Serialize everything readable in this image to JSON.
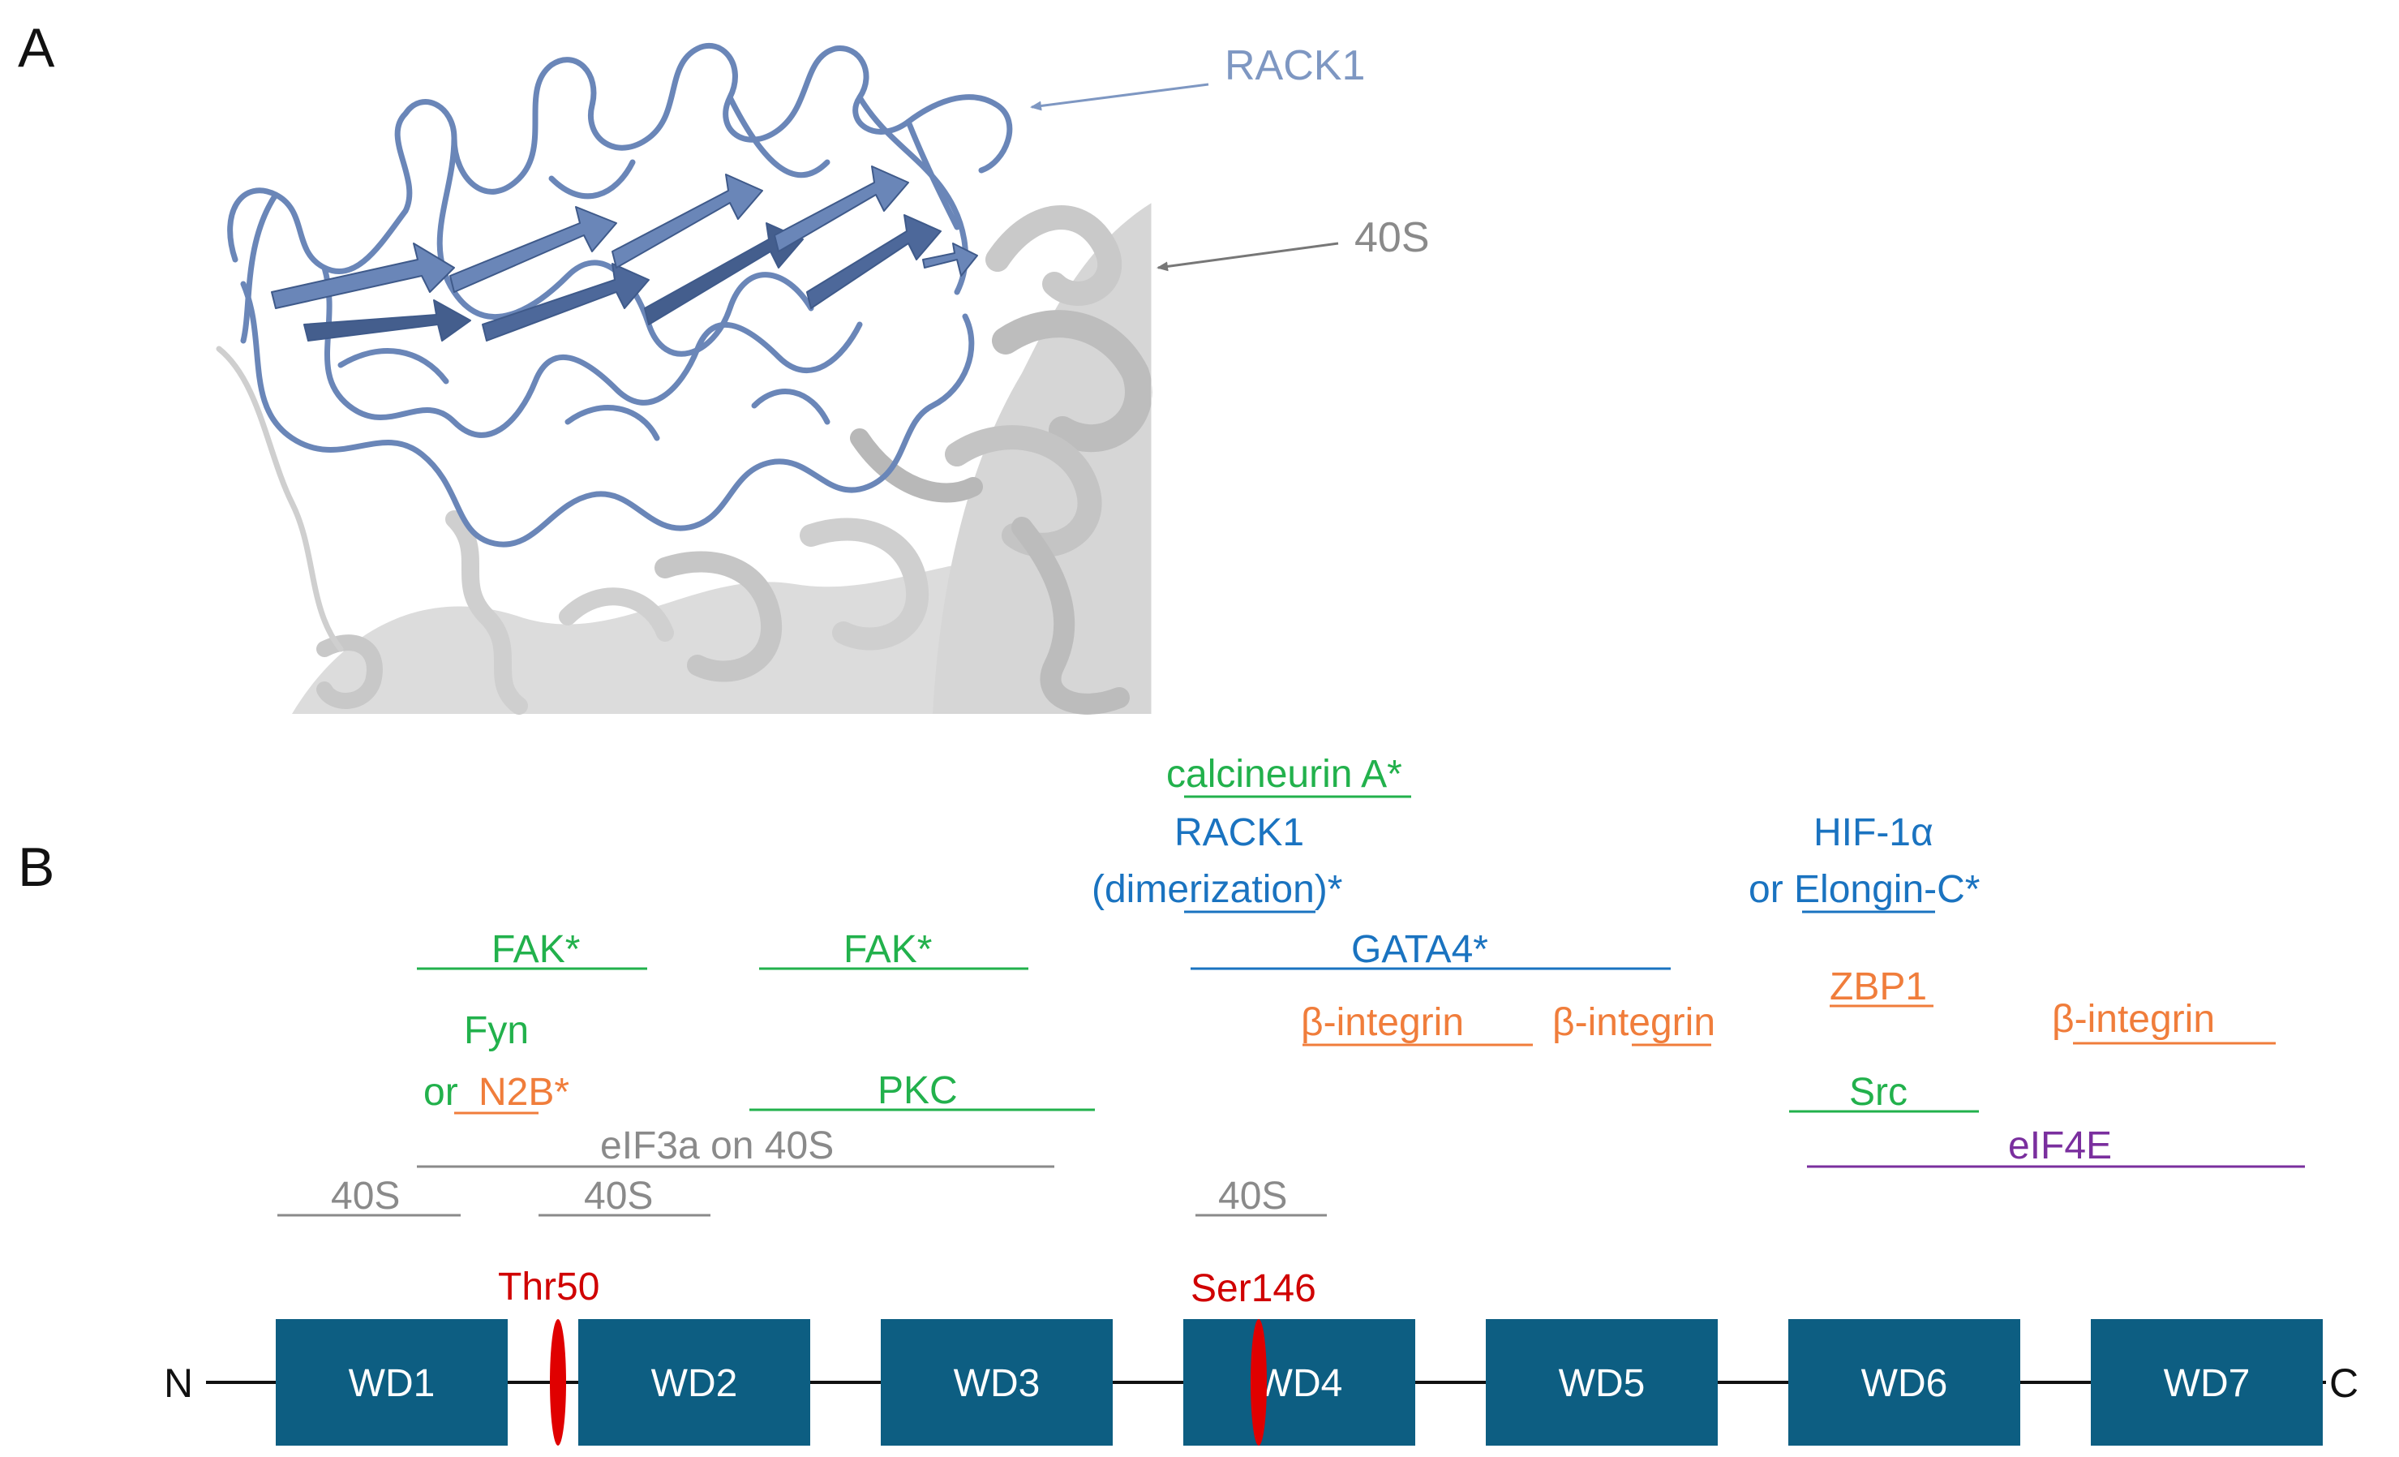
{
  "panels": {
    "a": "A",
    "b": "B"
  },
  "structure": {
    "rack1_label": "RACK1",
    "s40_label": "40S",
    "rack1_color": "#7e97c2",
    "s40_color": "#8a8a8a"
  },
  "colors": {
    "green": "#22b14c",
    "blue": "#1a73c0",
    "orange": "#f07d3b",
    "gray": "#8a8a8a",
    "purple": "#7a2f9e",
    "domain": "#0d5e82",
    "site": "#e00000"
  },
  "interactors": {
    "calcineurin": {
      "pre": "c",
      "ul": "alcineurin",
      "post": " A*"
    },
    "rack1": "RACK1",
    "dim": {
      "pre": "(dim",
      "ul": "erizati",
      "post": "on)*"
    },
    "hif": "HIF-1α",
    "elongin": {
      "pre": "or ",
      "ul": "Elongin",
      "post": "-C*"
    },
    "fak1": "FAK*",
    "fak2": "FAK*",
    "gata4": "GATA4*",
    "zbp1": "ZBP1",
    "bint1": "β-integrin",
    "bint2": {
      "pre": "β-in",
      "ul": "tegr",
      "post": "in"
    },
    "bint3": "β-integrin",
    "fyn": "Fyn",
    "or_word": "or",
    "n2b": "N2B*",
    "pkc": "PKC",
    "src": "Src",
    "eif3a": "eIF3a on 40S",
    "eif4e": "eIF4E",
    "s40a": "40S",
    "s40b": "40S",
    "s40c": "40S"
  },
  "domains": [
    "WD1",
    "WD2",
    "WD3",
    "WD4",
    "WD5",
    "WD6",
    "WD7"
  ],
  "termini": {
    "n": "N",
    "c": "C"
  },
  "sites": {
    "thr": "Thr50",
    "ser": "Ser146"
  }
}
